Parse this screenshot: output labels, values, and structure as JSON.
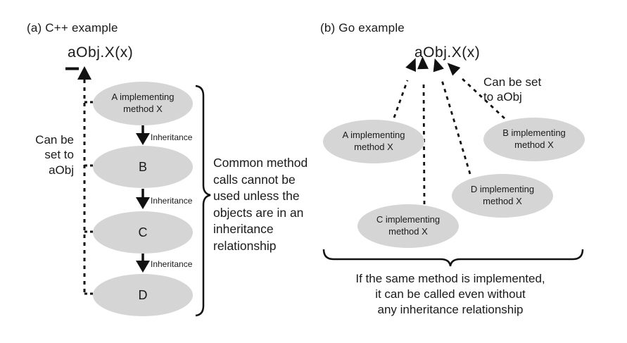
{
  "figure": {
    "panels": {
      "left": {
        "title": "(a) C++ example",
        "call_label": "aObj.X(x)",
        "side_note": "Can be\nset to\naObj",
        "nodes": [
          {
            "label": "A implementing\nmethod X"
          },
          {
            "label": "B"
          },
          {
            "label": "C"
          },
          {
            "label": "D"
          }
        ],
        "edge_labels": [
          "Inheritance",
          "Inheritance",
          "Inheritance"
        ],
        "brace_note": "Common method\ncalls cannot be\nused unless the\nobjects are in an\ninheritance\nrelationship"
      },
      "right": {
        "title": "(b) Go example",
        "call_label": "aObj.X(x)",
        "side_note": "Can be set\nto aObj",
        "nodes": [
          {
            "label": "A implementing\nmethod X"
          },
          {
            "label": "B implementing\nmethod X"
          },
          {
            "label": "D implementing\nmethod X"
          },
          {
            "label": "C implementing\nmethod X"
          }
        ],
        "brace_note": "If the same method is implemented,\nit can be called even without\nany inheritance relationship"
      }
    },
    "colors": {
      "node_fill": "#d5d5d5",
      "line": "#111111",
      "text": "#1a1a1a",
      "background": "#ffffff"
    }
  }
}
